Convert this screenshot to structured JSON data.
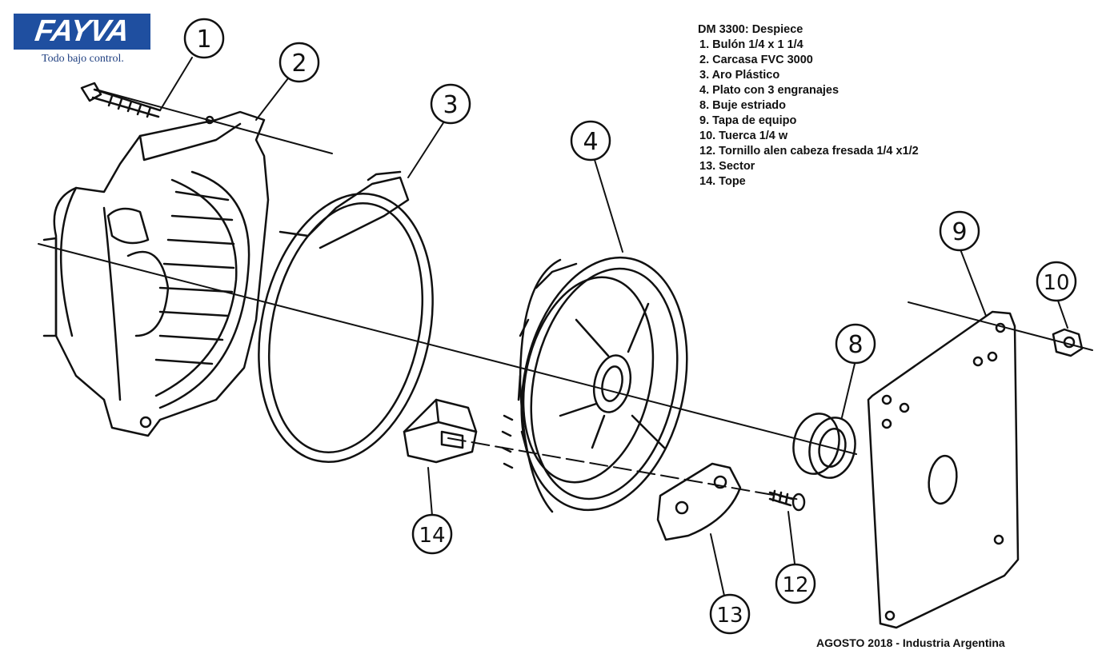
{
  "brand": {
    "name": "FAYVA",
    "tagline": "Todo bajo control.",
    "color": "#1f4fa0"
  },
  "legend": {
    "title": "DM 3300: Despiece",
    "items": [
      "1. Bulón 1/4 x 1 1/4",
      "2. Carcasa FVC 3000",
      "3. Aro Plástico",
      "4. Plato con 3 engranajes",
      "8. Buje estriado",
      "9. Tapa de equipo",
      "10. Tuerca 1/4 w",
      "12. Tornillo alen cabeza fresada 1/4 x1/2",
      "13. Sector",
      "14. Tope"
    ]
  },
  "callouts": [
    "1",
    "2",
    "3",
    "4",
    "8",
    "9",
    "10",
    "12",
    "13",
    "14"
  ],
  "footer": "AGOSTO 2018 - Industria Argentina"
}
